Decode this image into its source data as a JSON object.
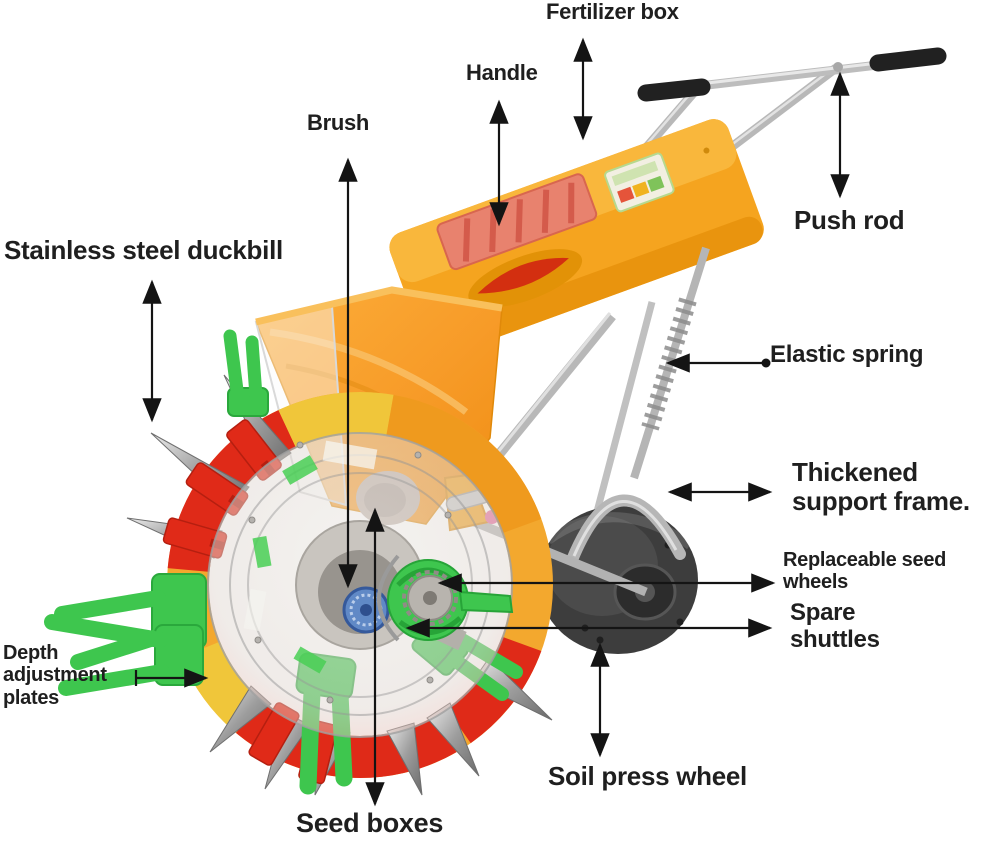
{
  "page": {
    "description": "Annotated parts diagram of a manual hand-push seed planter (corn seeder)",
    "background": "#ffffff"
  },
  "labels": {
    "fertilizer_box": "Fertilizer box",
    "handle": "Handle",
    "brush": "Brush",
    "push_rod": "Push rod",
    "stainless_steel_duckbill": "Stainless steel duckbill",
    "elastic_spring": "Elastic spring",
    "thickened_support_frame": "Thickened support frame.",
    "replaceable_seed_wheels": "Replaceable seed wheels",
    "spare_shuttles": "Spare shuttles",
    "depth_adjustment_plates": "Depth adjustment plates",
    "soil_press_wheel": "Soil press wheel",
    "seed_boxes": "Seed boxes"
  },
  "annotation": {
    "arrow_color": "#141414",
    "text_color": "#1f1f1f"
  },
  "machine": {
    "colors": {
      "body_orange": "#f5a41f",
      "hopper_orange": "#f79b28",
      "plate_red": "#df2a18",
      "duckbill_green": "#3ec64e",
      "frame_steel": "#b8b8b8",
      "grip_black": "#212121",
      "press_wheel_dark": "#3d3d3d",
      "hub_blue": "#5c88c6"
    }
  }
}
